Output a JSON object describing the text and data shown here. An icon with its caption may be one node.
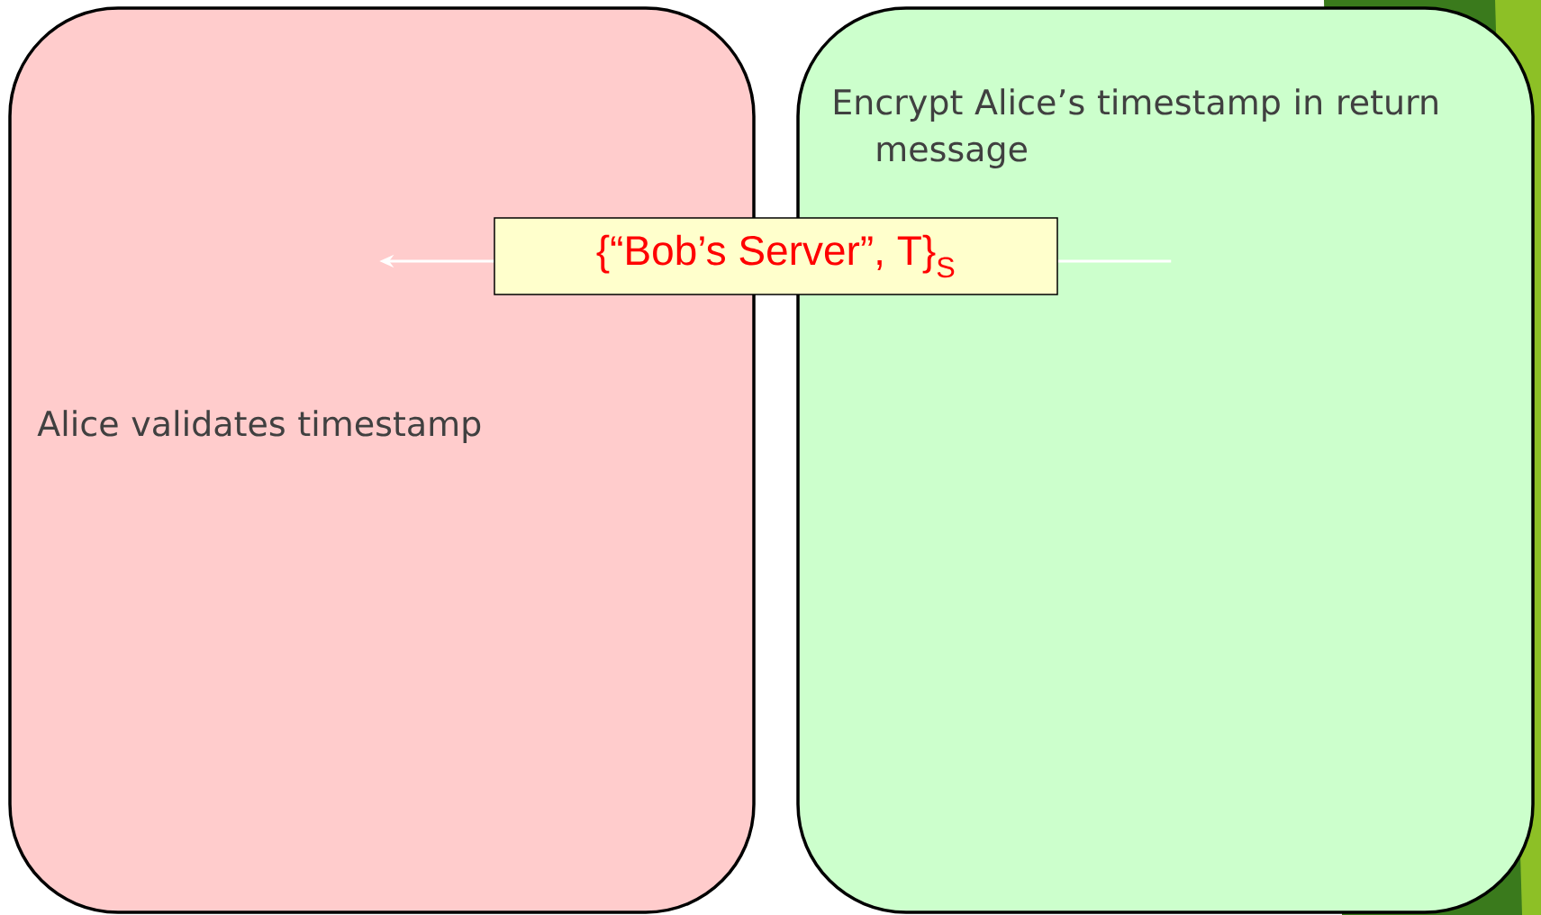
{
  "diagram": {
    "nodes": [
      {
        "text": [
          "Alice validates timestamp"
        ]
      },
      {
        "text": [
          "Encrypt Alice’s timestamp in return message"
        ]
      }
    ],
    "edges": [
      {
        "from": 1,
        "to": 0,
        "arrow": "to",
        "label": "{“Bob’s Server”, T}$_{S}$",
        "color": "#ffffff"
      }
    ]
  }
}
